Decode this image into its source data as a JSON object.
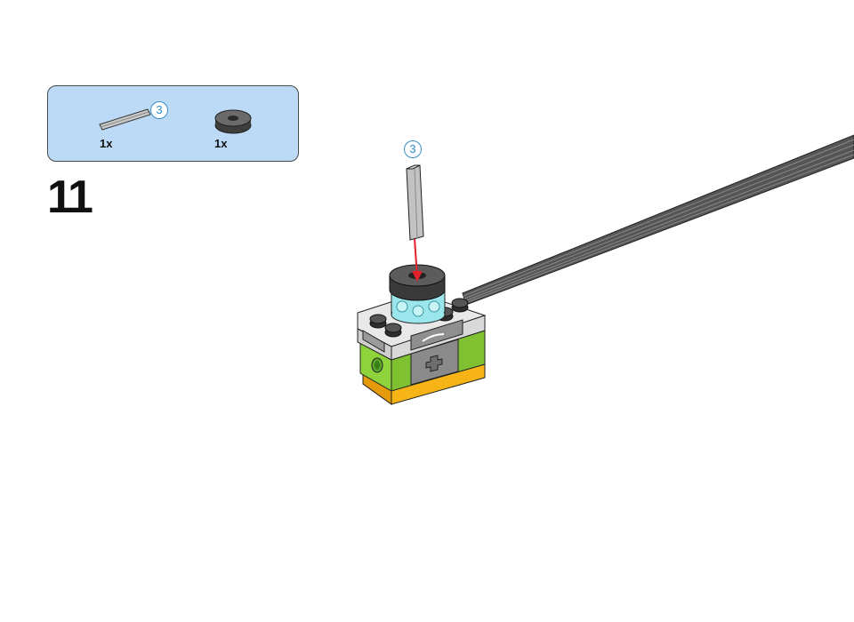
{
  "step": {
    "number": "11"
  },
  "parts_list": [
    {
      "part": "axle-3",
      "quantity": "1x",
      "length_badge": "3"
    },
    {
      "part": "round-tile-with-hole",
      "quantity": "1x"
    }
  ],
  "assembly": {
    "axle_length_badge": "3",
    "colors": {
      "axle": "#bfbfbf",
      "tile": "#4a4a4a",
      "transparent_brick": "#9ae6ec",
      "hub_top": "#e8e8e8",
      "hub_green": "#8ed23c",
      "hub_orange": "#f6b416",
      "cable": "#555555",
      "arrow": "#e3212b",
      "parts_box_bg": "#bcdaf5"
    }
  }
}
